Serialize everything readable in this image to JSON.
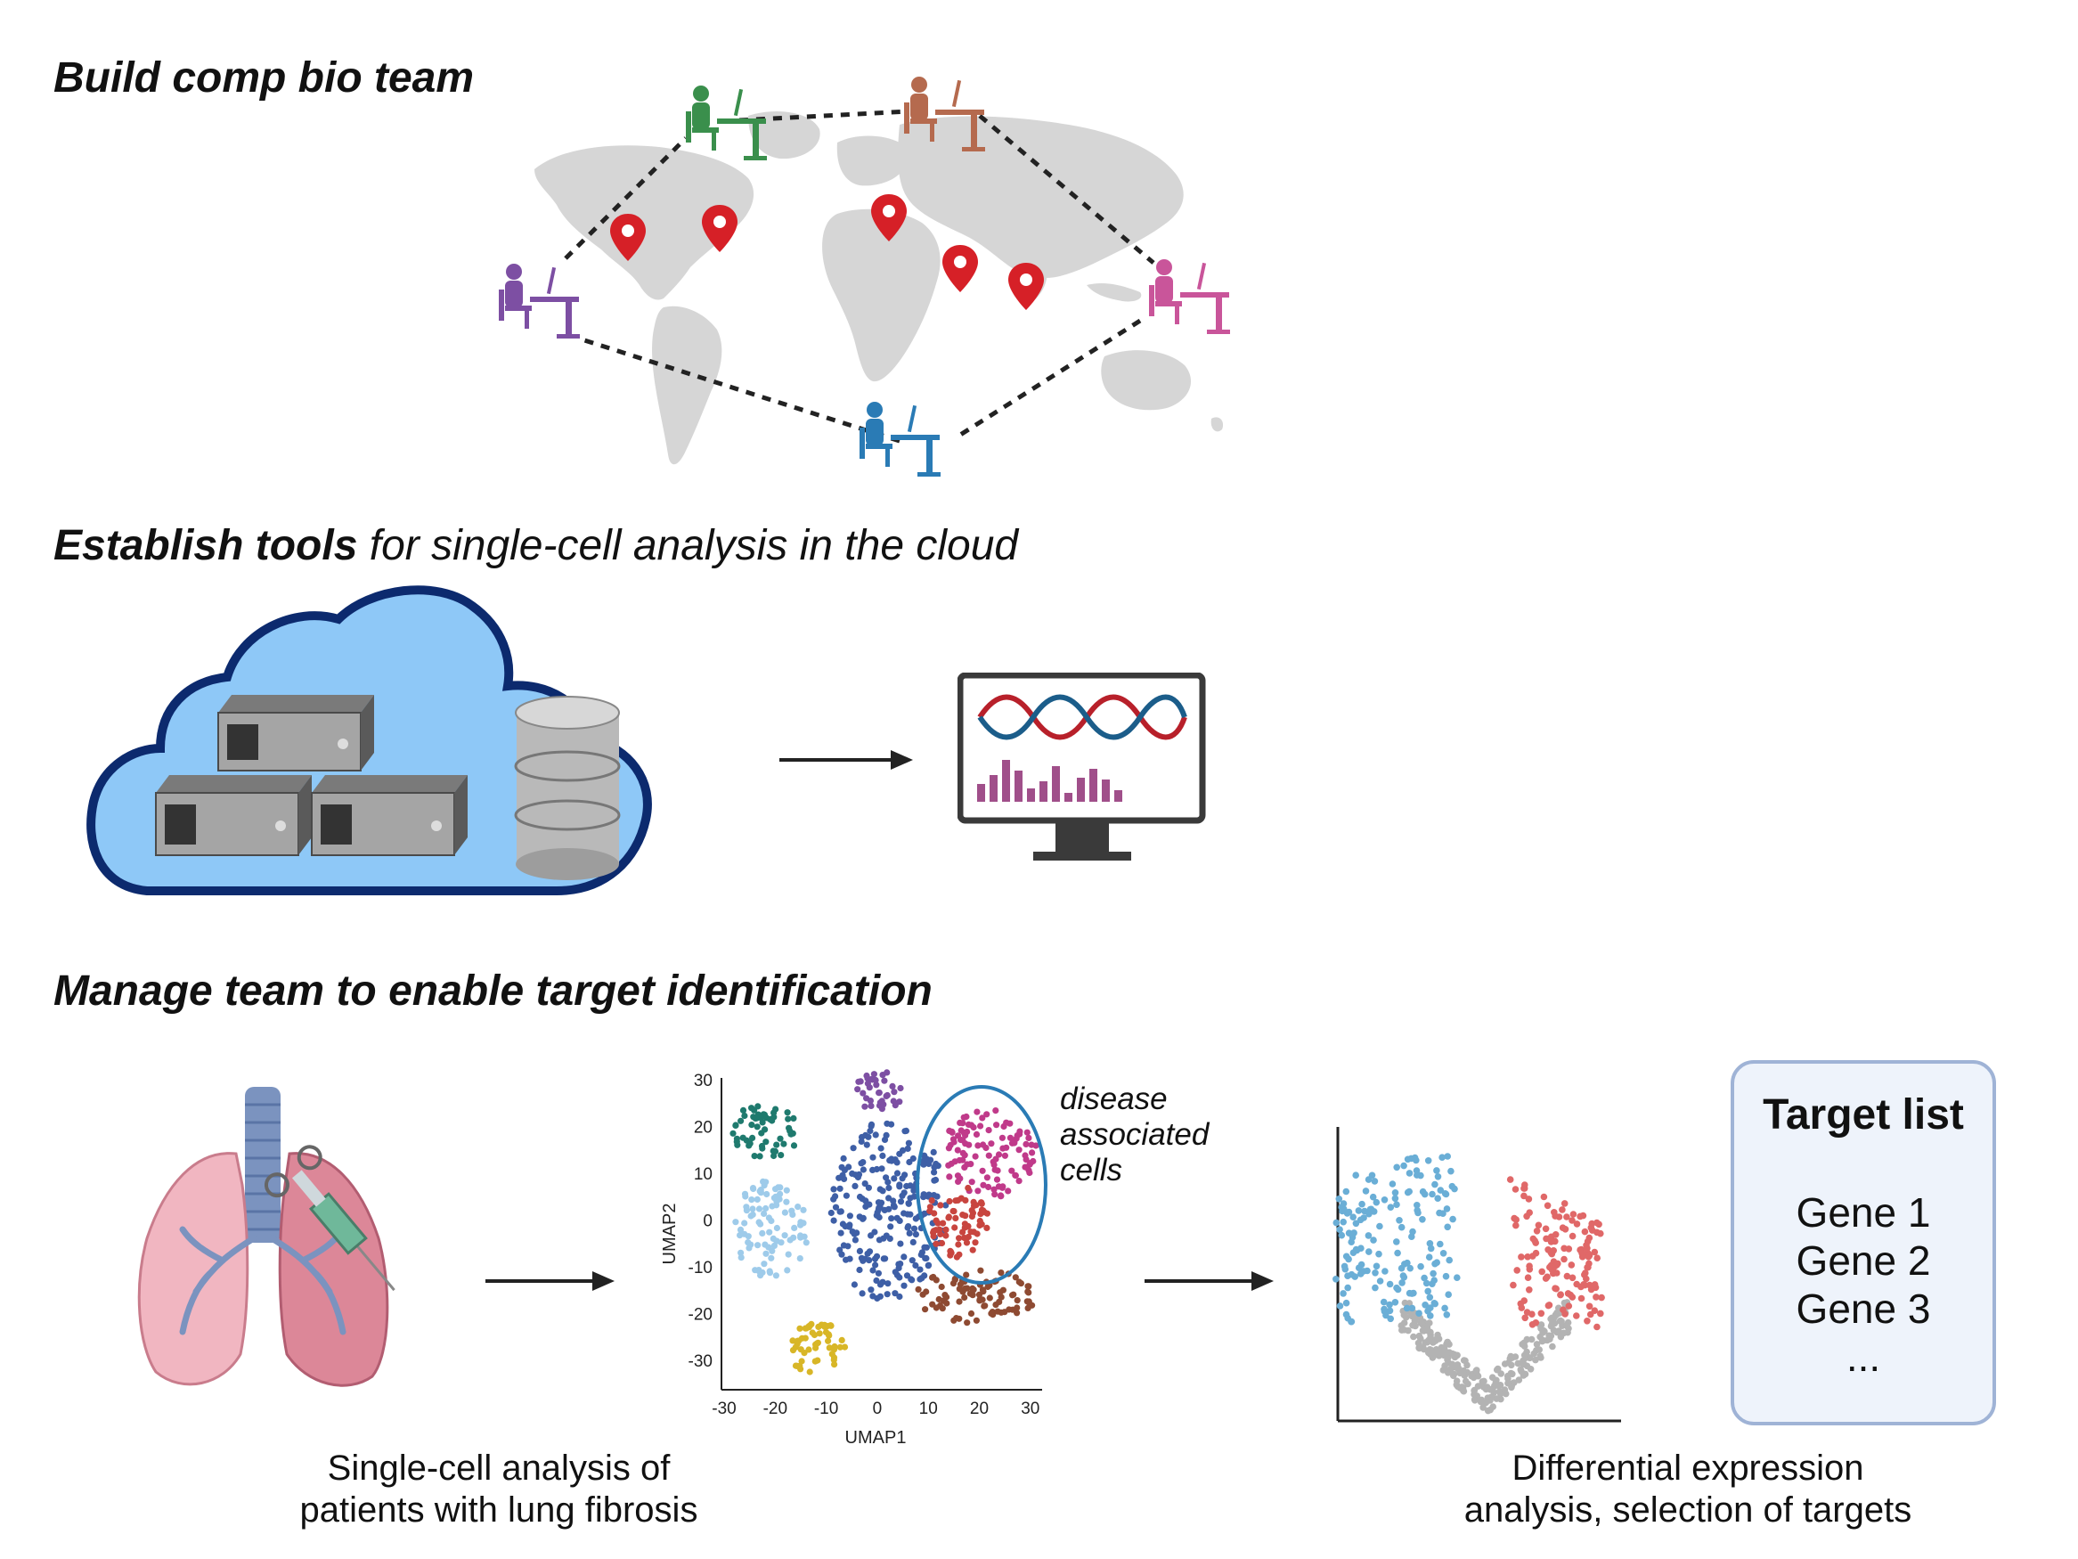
{
  "section1": {
    "heading": "Build comp bio team"
  },
  "section2": {
    "heading_bold": "Establish tools",
    "heading_rest": " for single-cell analysis in the cloud"
  },
  "section3": {
    "heading": "Manage team to enable target identification"
  },
  "umap": {
    "xlabel": "UMAP1",
    "ylabel": "UMAP2",
    "xticks": [
      "-30",
      "-20",
      "-10",
      "0",
      "10",
      "20",
      "30"
    ],
    "yticks": [
      "30",
      "20",
      "10",
      "0",
      "-10",
      "-20",
      "-30"
    ],
    "annotation": [
      "disease",
      "associated",
      "cells"
    ]
  },
  "captions": {
    "left": [
      "Single-cell analysis of",
      "patients with lung fibrosis"
    ],
    "right": [
      "Differential expression",
      "analysis, selection of targets"
    ]
  },
  "target_list": {
    "title": "Target list",
    "items": [
      "Gene 1",
      "Gene 2",
      "Gene 3",
      "..."
    ]
  },
  "colors": {
    "cloud_fill": "#8ec8f7",
    "cloud_stroke": "#0c2a6e",
    "pin": "#d62027",
    "upregulated": "#e06868",
    "downregulated": "#6aaed6",
    "nonsignificant": "#b3b3b3"
  }
}
